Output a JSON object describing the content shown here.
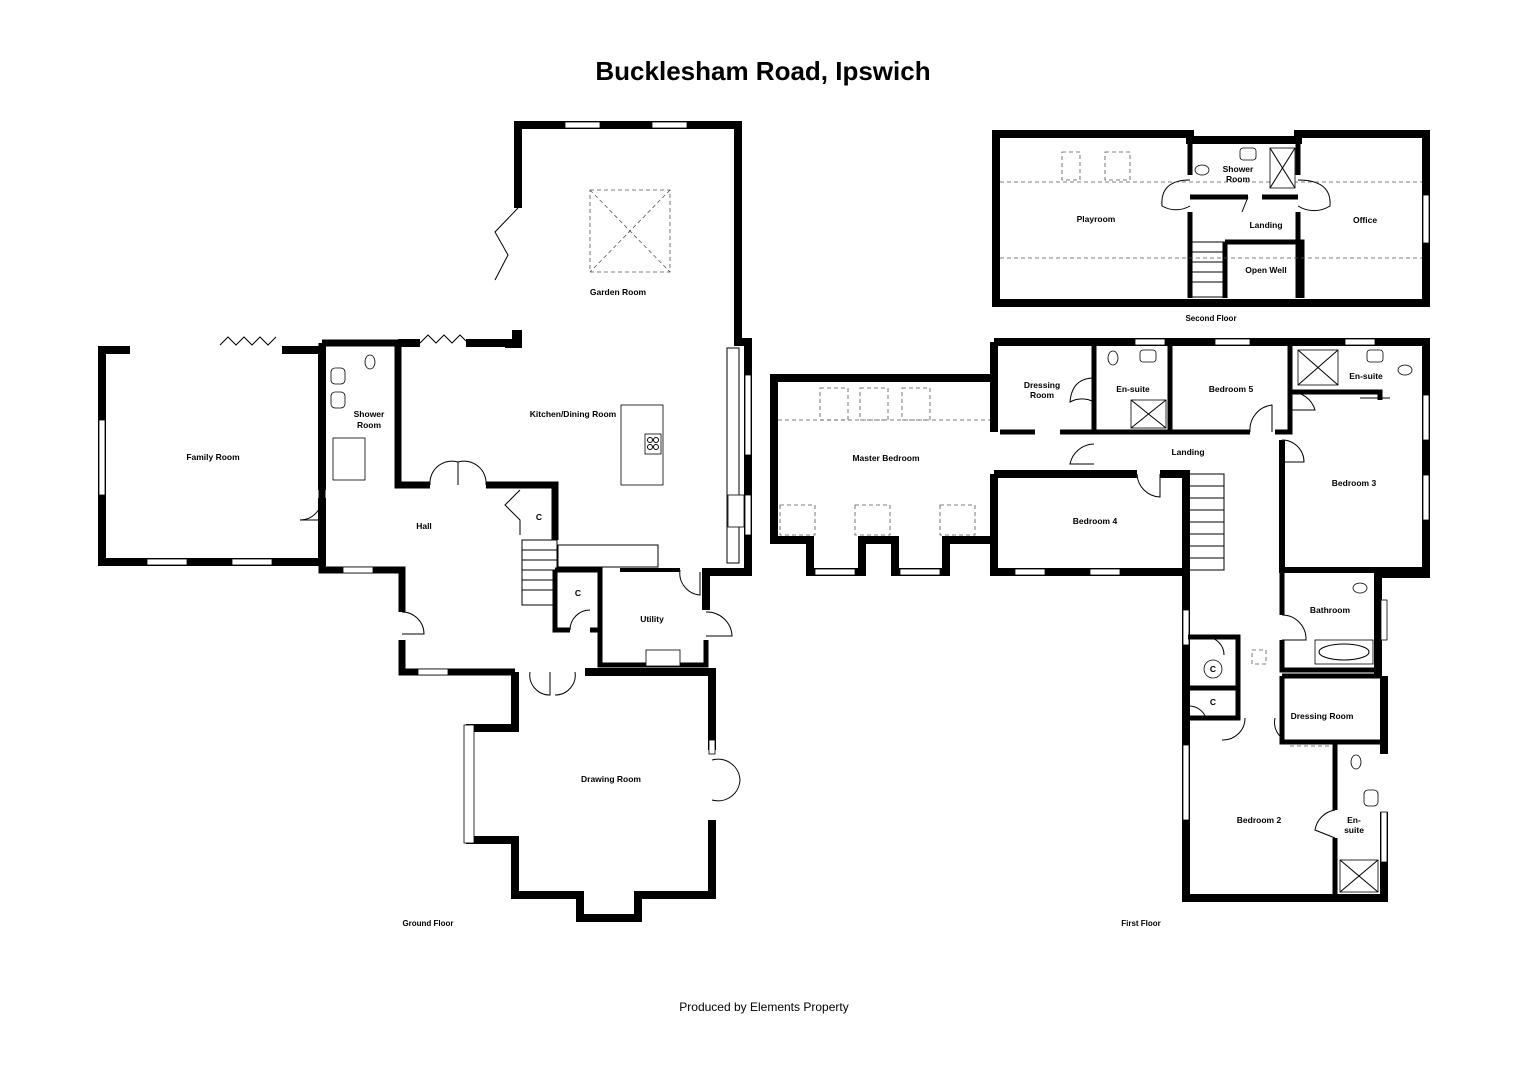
{
  "title": "Bucklesham Road, Ipswich",
  "credit": "Produced by Elements Property",
  "floors": {
    "ground": "Ground Floor",
    "first": "First Floor",
    "second": "Second Floor"
  },
  "ground_rooms": {
    "garden_room": "Garden Room",
    "kitchen": "Kitchen/Dining Room",
    "family_room": "Family Room",
    "shower_room_1": "Shower",
    "shower_room_2": "Room",
    "hall": "Hall",
    "cupboard_1": "C",
    "cupboard_2": "C",
    "utility": "Utility",
    "drawing_room": "Drawing Room"
  },
  "first_rooms": {
    "master_bedroom": "Master Bedroom",
    "dressing_room_1": "Dressing",
    "dressing_room_2": "Room",
    "ensuite_a": "En-suite",
    "bedroom5": "Bedroom 5",
    "ensuite_b": "En-suite",
    "landing": "Landing",
    "bedroom3": "Bedroom 3",
    "bedroom4": "Bedroom 4",
    "bathroom": "Bathroom",
    "cupboard_a": "C",
    "cupboard_b": "C",
    "dressing_room_b": "Dressing Room",
    "bedroom2": "Bedroom 2",
    "ensuite_c_1": "En-",
    "ensuite_c_2": "suite"
  },
  "second_rooms": {
    "playroom": "Playroom",
    "shower_room_1": "Shower",
    "shower_room_2": "Room",
    "landing": "Landing",
    "office": "Office",
    "open_well": "Open Well"
  }
}
